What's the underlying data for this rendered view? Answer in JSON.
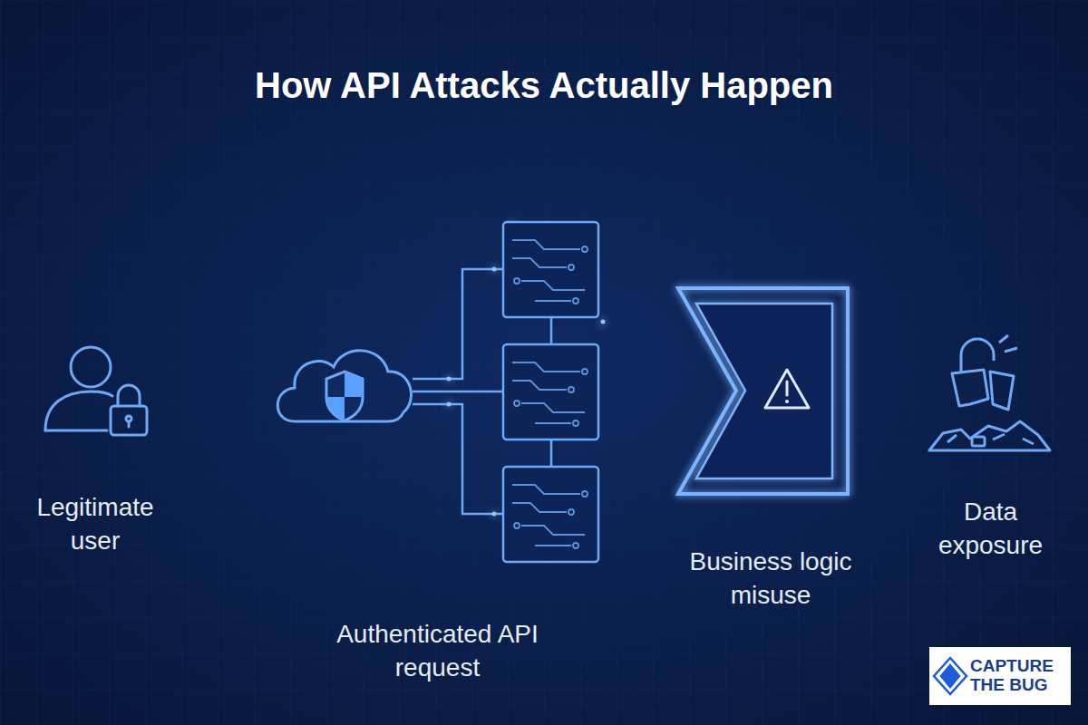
{
  "diagram": {
    "title": "How API Attacks Actually Happen",
    "nodes": [
      {
        "text": [
          "Legitimate user"
        ]
      },
      {
        "text": [
          "Authenticated API request"
        ]
      },
      {
        "text": [
          "Business logic misuse"
        ]
      },
      {
        "text": [
          "Data exposure"
        ]
      }
    ],
    "edges": [
      {
        "from": 0,
        "to": 1,
        "arrow": "to"
      },
      {
        "from": 1,
        "to": 2,
        "arrow": "to"
      },
      {
        "from": 2,
        "to": 3,
        "arrow": "to"
      }
    ],
    "labels": [
      "CAPTURE THE BUG"
    ]
  }
}
